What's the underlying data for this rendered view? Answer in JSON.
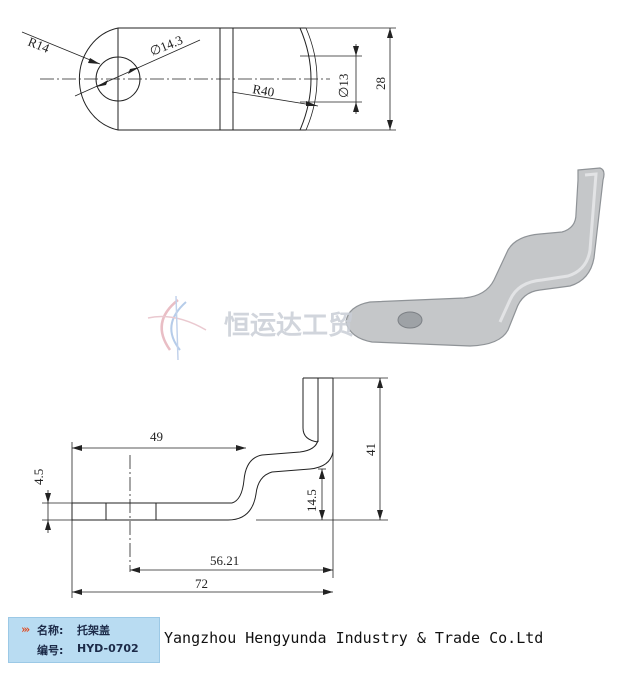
{
  "top_view": {
    "dims": {
      "r14": "R14",
      "d14_3": "∅14.3",
      "r40": "R40",
      "d13": "∅13",
      "h28": "28"
    }
  },
  "watermark": {
    "text": "恒运达工贸"
  },
  "side_view": {
    "dims": {
      "d49": "49",
      "d41": "41",
      "d4_5": "4.5",
      "d14_5": "14.5",
      "d56_21": "56.21",
      "d72": "72"
    }
  },
  "footer": {
    "name_label": "名称:",
    "name_value": "托架盖",
    "code_label": "编号:",
    "code_value": "HYD-0702",
    "company": "Yangzhou Hengyunda Industry & Trade Co.Ltd"
  }
}
